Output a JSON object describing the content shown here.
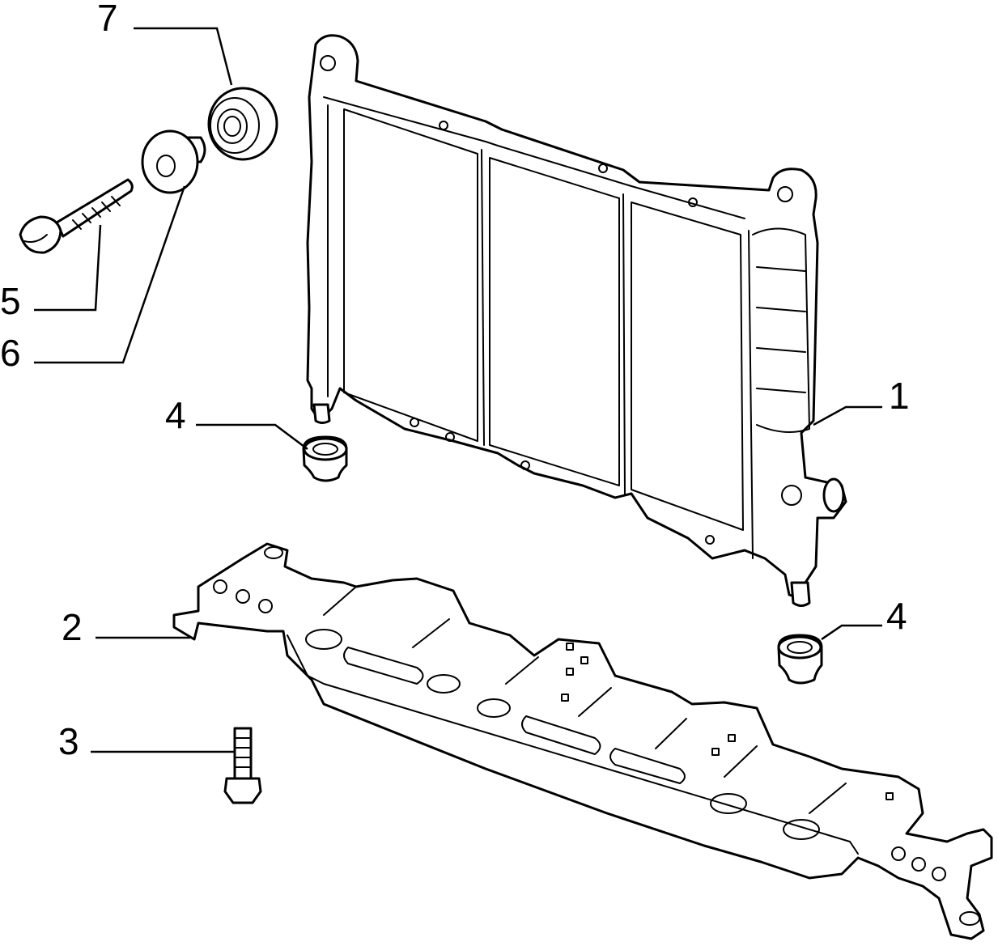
{
  "callouts": [
    {
      "id": "1",
      "label": "1"
    },
    {
      "id": "2",
      "label": "2"
    },
    {
      "id": "3",
      "label": "3"
    },
    {
      "id": "4a",
      "label": "4"
    },
    {
      "id": "4b",
      "label": "4"
    },
    {
      "id": "5",
      "label": "5"
    },
    {
      "id": "6",
      "label": "6"
    },
    {
      "id": "7",
      "label": "7"
    }
  ],
  "colors": {
    "line": "#000000",
    "background": "#ffffff"
  }
}
